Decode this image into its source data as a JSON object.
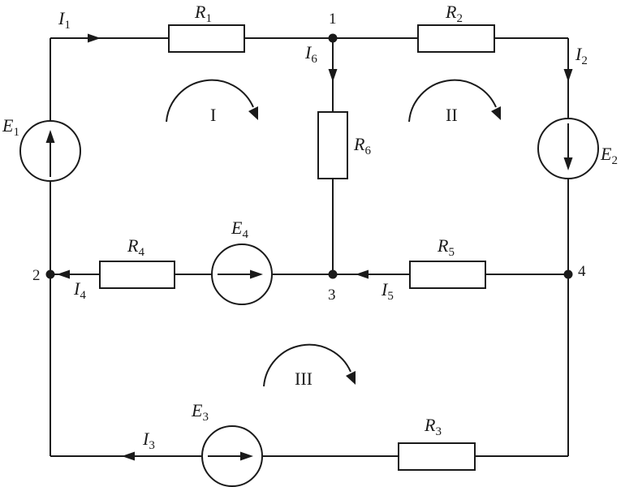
{
  "resistors": {
    "r1": {
      "letter": "R",
      "index": "1"
    },
    "r2": {
      "letter": "R",
      "index": "2"
    },
    "r3": {
      "letter": "R",
      "index": "3"
    },
    "r4": {
      "letter": "R",
      "index": "4"
    },
    "r5": {
      "letter": "R",
      "index": "5"
    },
    "r6": {
      "letter": "R",
      "index": "6"
    }
  },
  "sources": {
    "e1": {
      "letter": "E",
      "index": "1"
    },
    "e2": {
      "letter": "E",
      "index": "2"
    },
    "e3": {
      "letter": "E",
      "index": "3"
    },
    "e4": {
      "letter": "E",
      "index": "4"
    }
  },
  "currents": {
    "i1": {
      "letter": "I",
      "index": "1"
    },
    "i2": {
      "letter": "I",
      "index": "2"
    },
    "i3": {
      "letter": "I",
      "index": "3"
    },
    "i4": {
      "letter": "I",
      "index": "4"
    },
    "i5": {
      "letter": "I",
      "index": "5"
    },
    "i6": {
      "letter": "I",
      "index": "6"
    }
  },
  "nodes": {
    "n1": "1",
    "n2": "2",
    "n3": "3",
    "n4": "4"
  },
  "loops": {
    "l1": "I",
    "l2": "II",
    "l3": "III"
  }
}
